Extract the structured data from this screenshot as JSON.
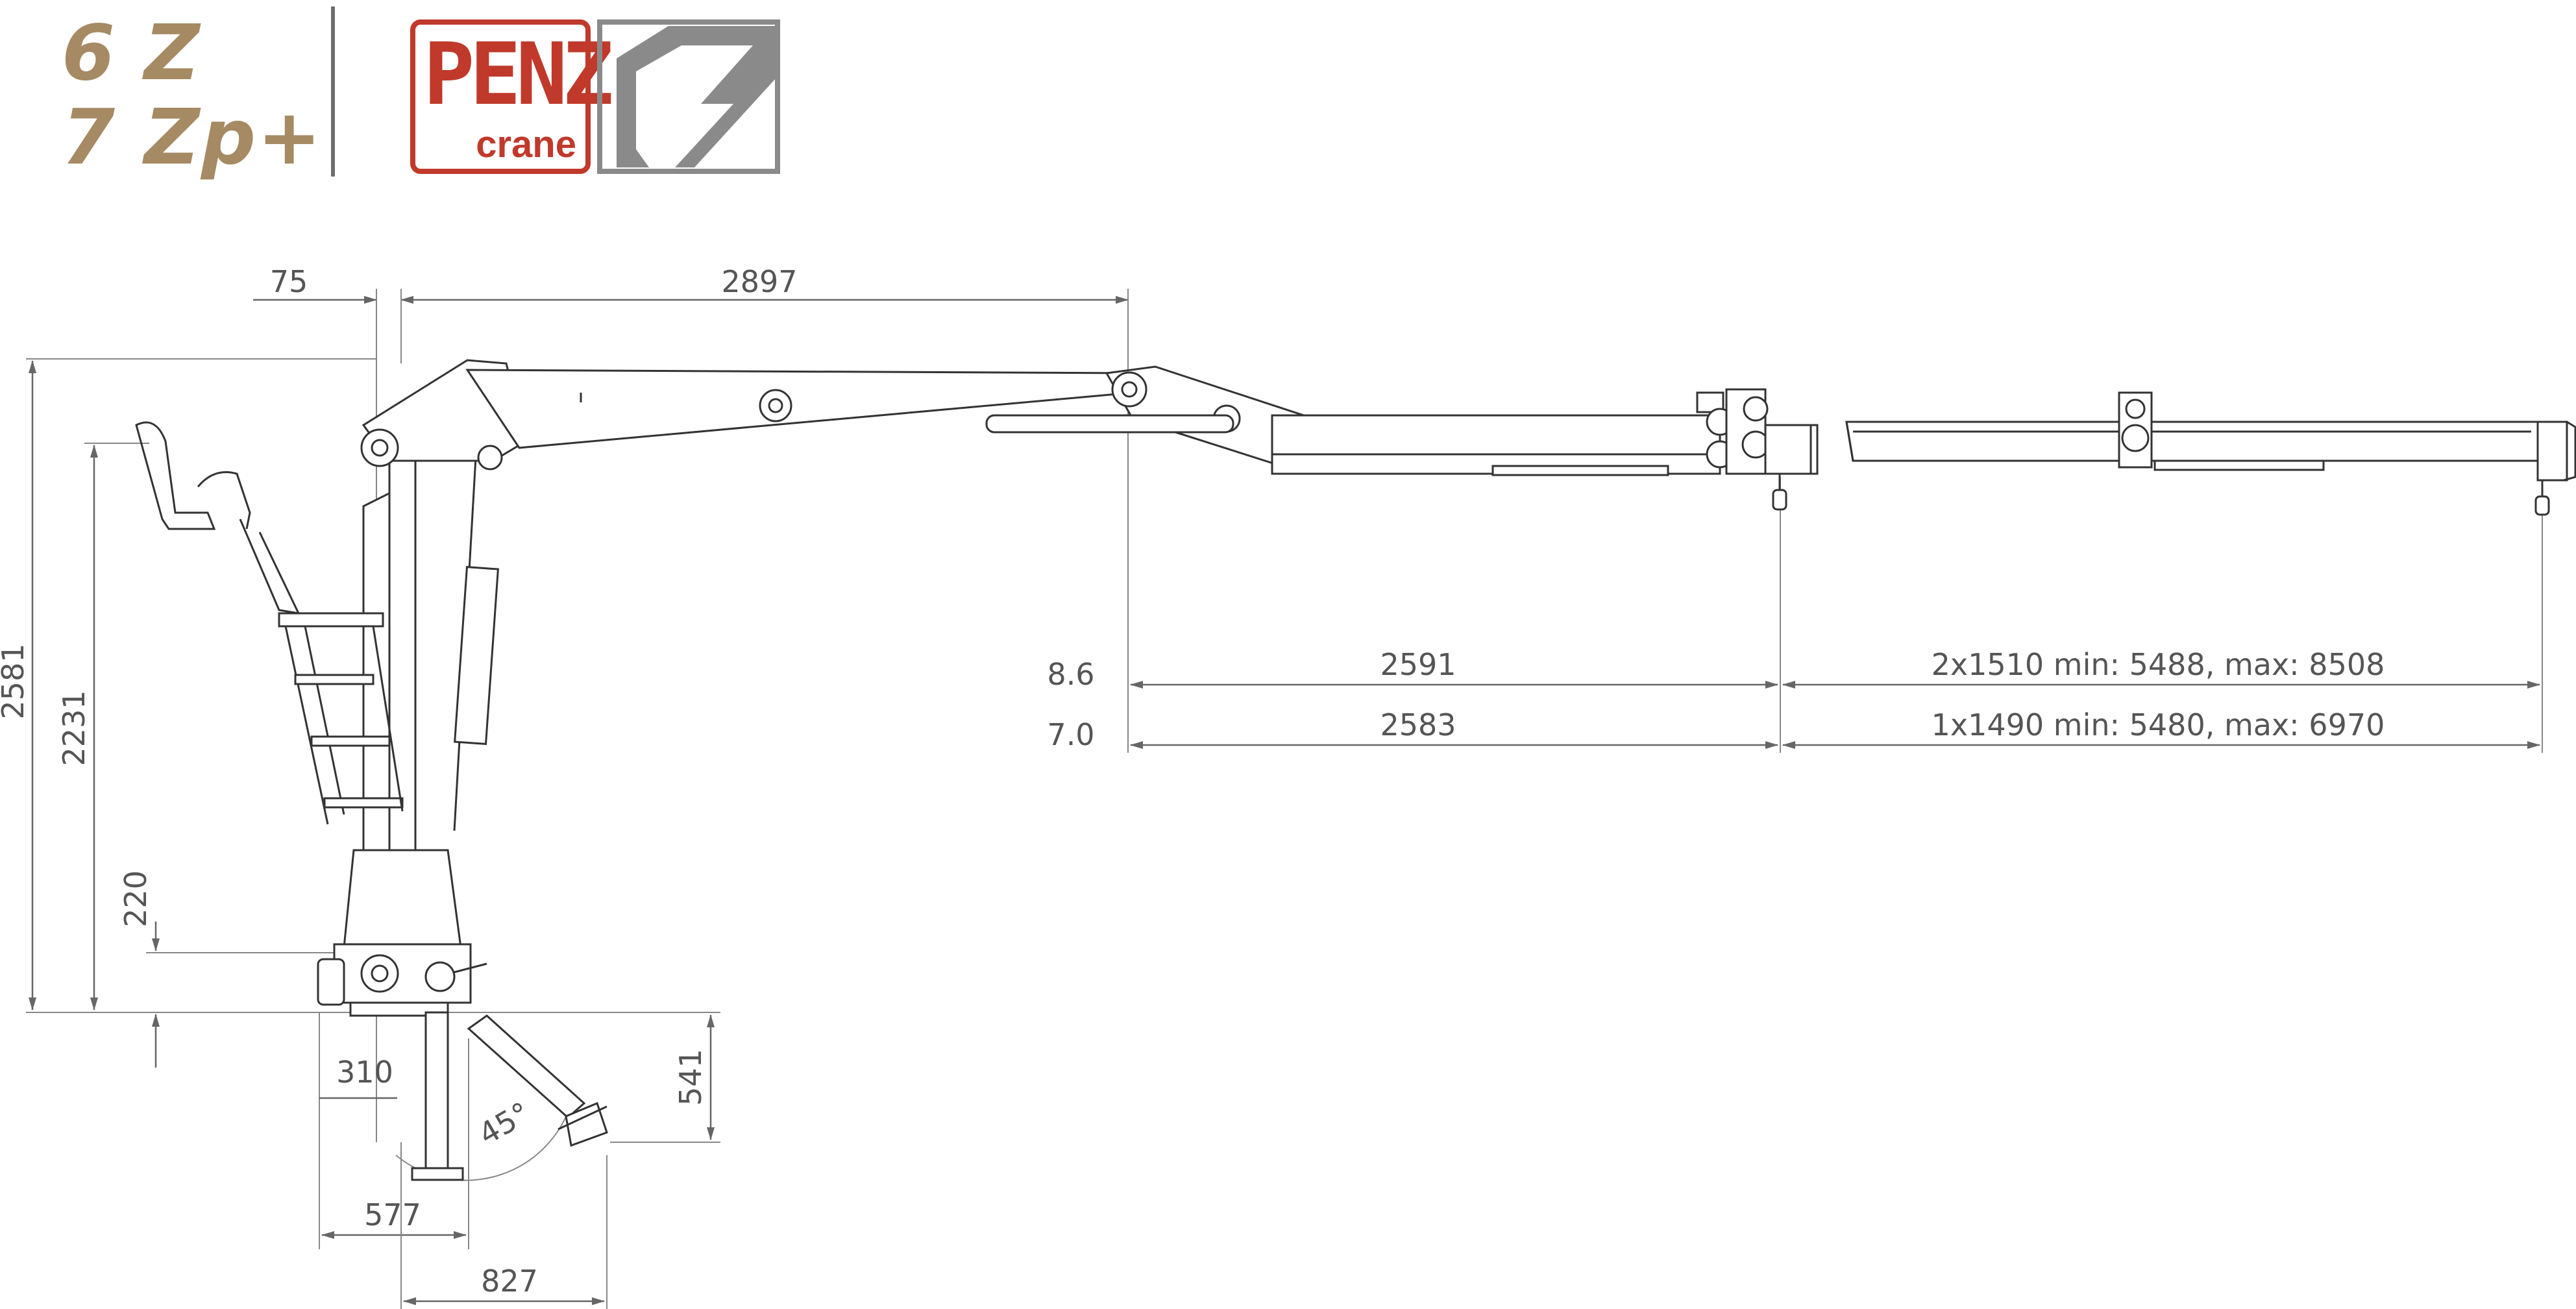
{
  "header": {
    "model_line_1": "6 Z",
    "model_line_2": "7 Zp+",
    "logo_main": "PENZ",
    "logo_sub": "crane",
    "brand_color": "#c0392b",
    "model_color": "#a58a64",
    "mark_color": "#8a8a8a"
  },
  "dimensions": {
    "offset_top": "75",
    "reach_first": "2897",
    "height_total": "2581",
    "height_seat": "2231",
    "height_base": "220",
    "base_310": "310",
    "base_577": "577",
    "base_827": "827",
    "support_541": "541",
    "support_angle": "45°",
    "label_86": "8.6",
    "label_70": "7.0",
    "reach_2591": "2591",
    "reach_2583": "2583",
    "ext_2x1510": "2x1510 min: 5488, max: 8508",
    "ext_1x1490": "1x1490 min: 5480, max: 6970"
  }
}
